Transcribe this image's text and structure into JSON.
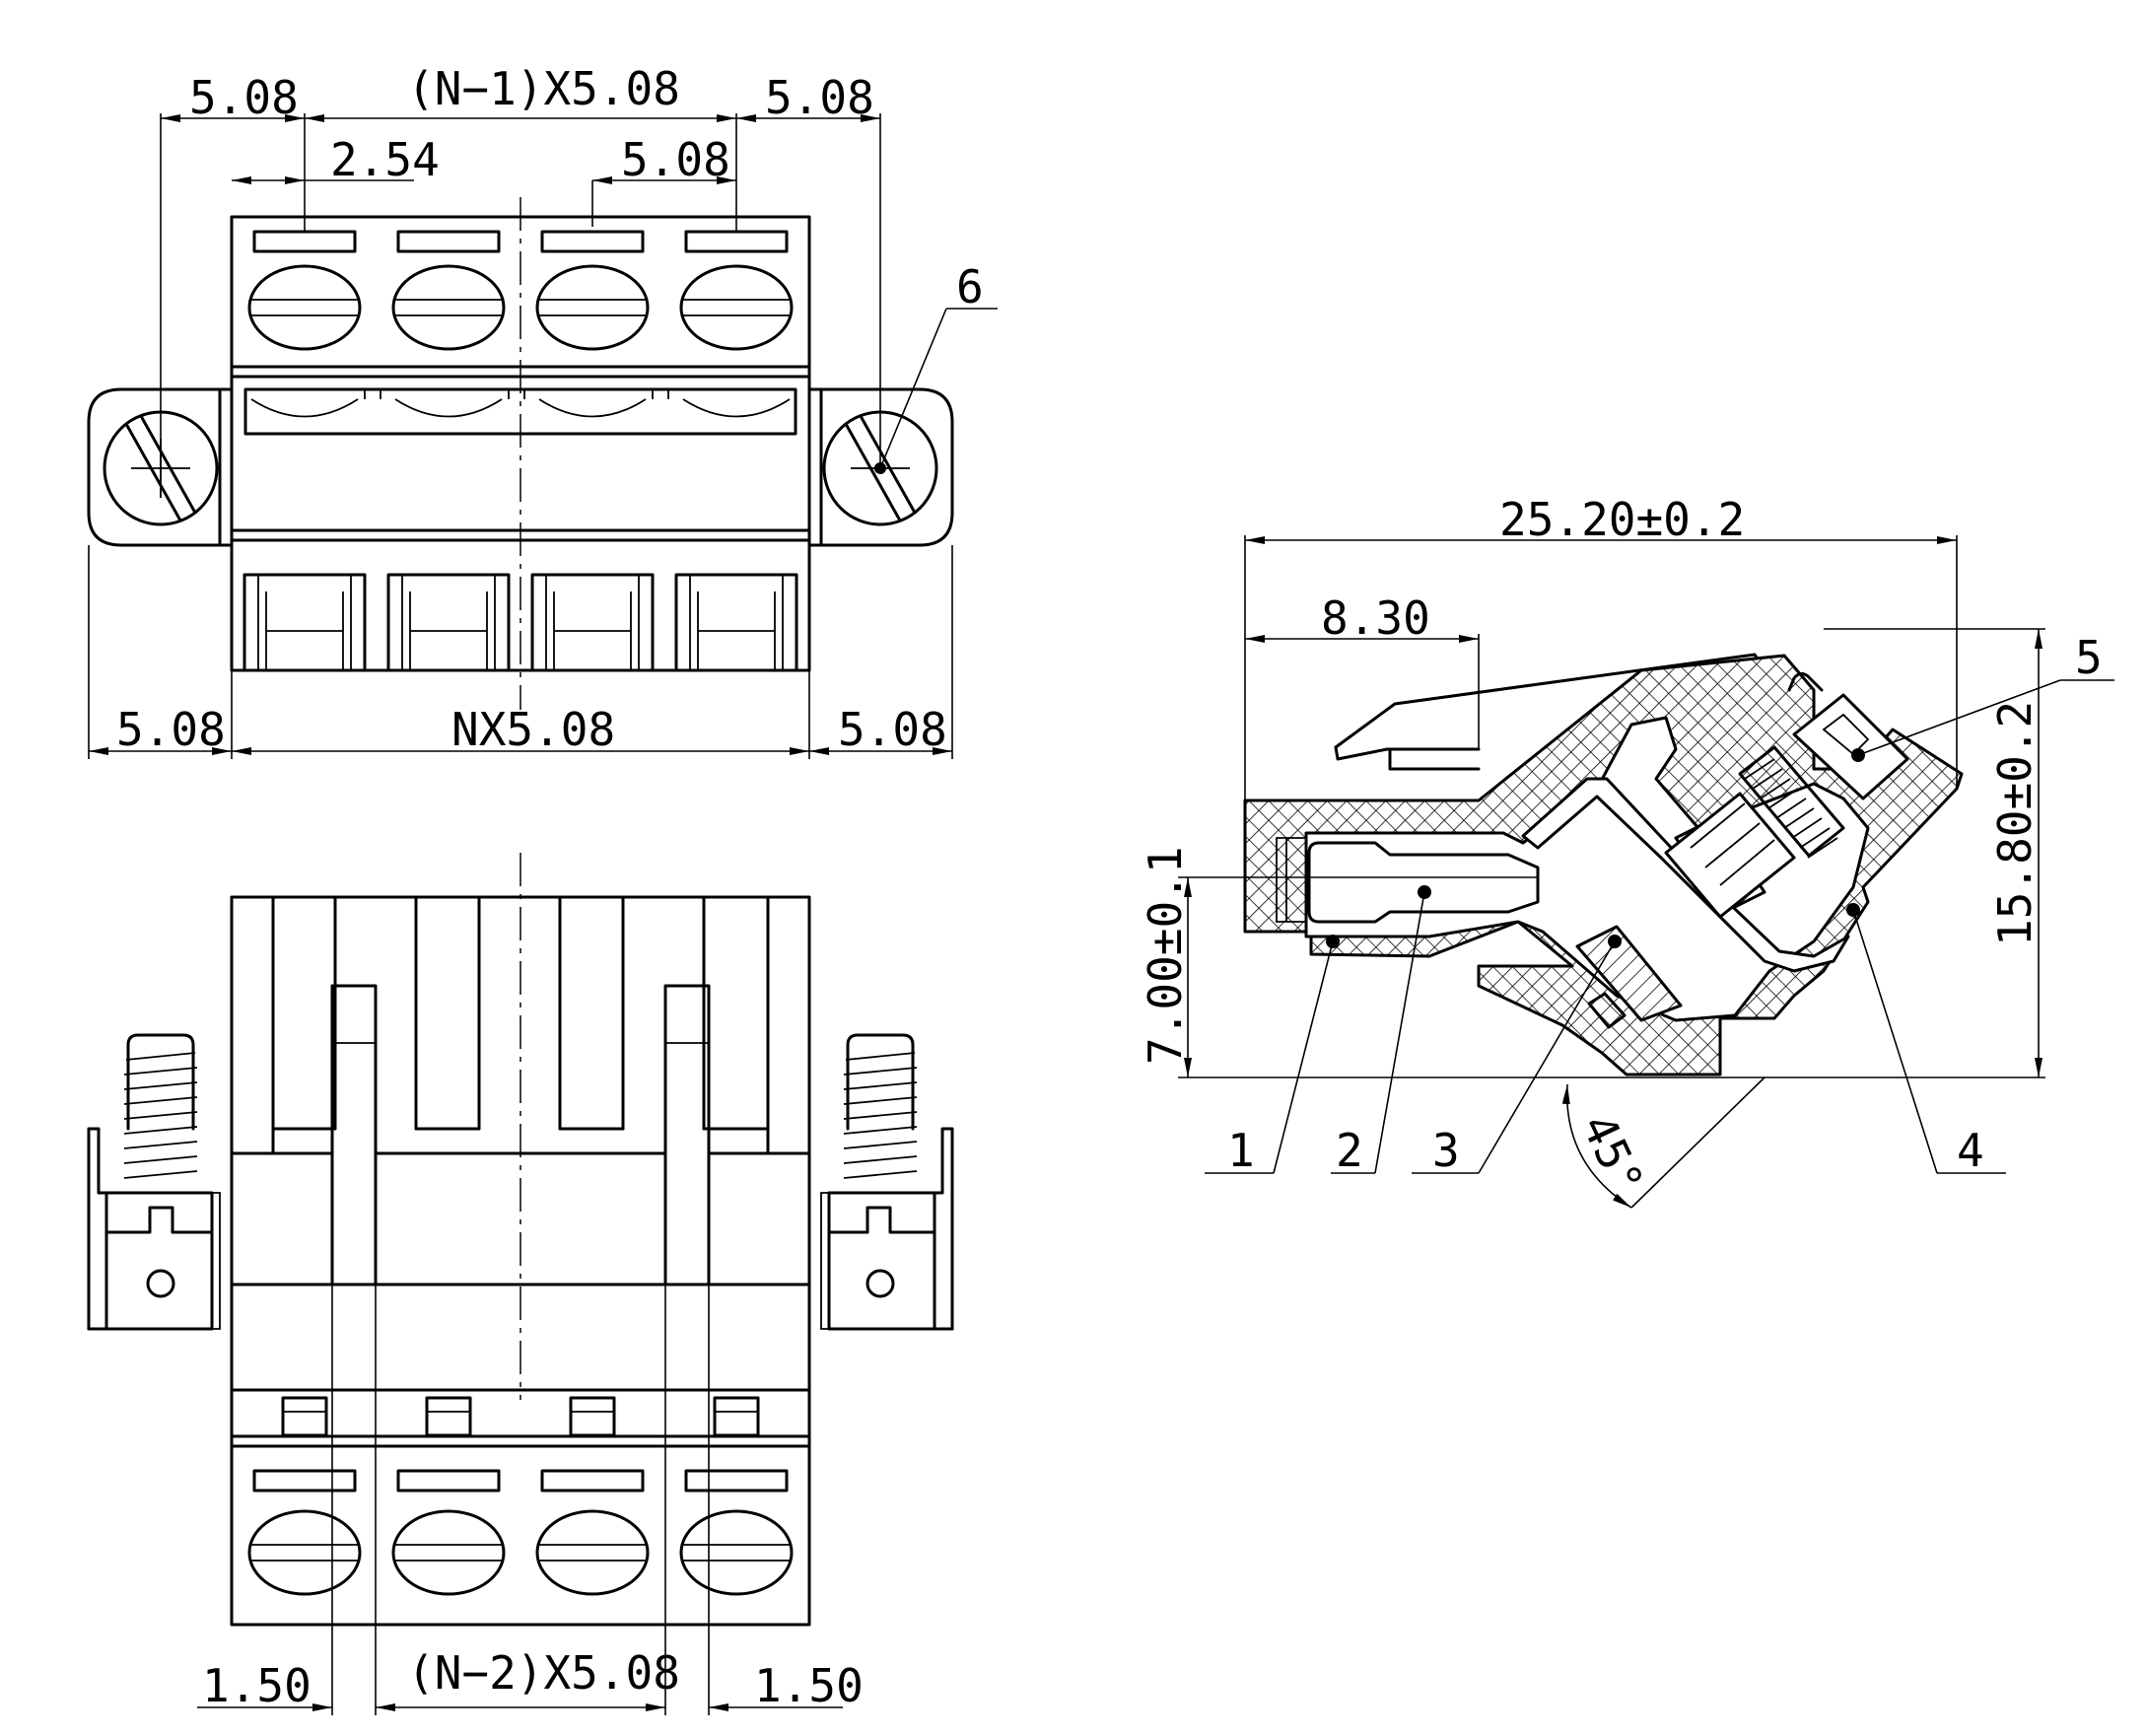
{
  "top_view": {
    "dim_pitch_left": "5.08",
    "dim_n_minus_1": "(N−1)X5.08",
    "dim_pitch_right": "5.08",
    "dim_half_pitch": "2.54",
    "dim_pitch_inner": "5.08",
    "dim_flange_left": "5.08",
    "dim_total": "NX5.08",
    "dim_flange_right": "5.08",
    "callout_6": "6"
  },
  "bottom_view": {
    "dim_offset_left": "1.50",
    "dim_n_minus_2": "(N−2)X5.08",
    "dim_offset_right": "1.50"
  },
  "side_view": {
    "dim_length": "25.20±0.2",
    "dim_pin": "8.30",
    "dim_height": "15.80±0.2",
    "dim_pin_height": "7.00±0.1",
    "dim_angle": "45°",
    "callout_1": "1",
    "callout_2": "2",
    "callout_3": "3",
    "callout_4": "4",
    "callout_5": "5"
  }
}
